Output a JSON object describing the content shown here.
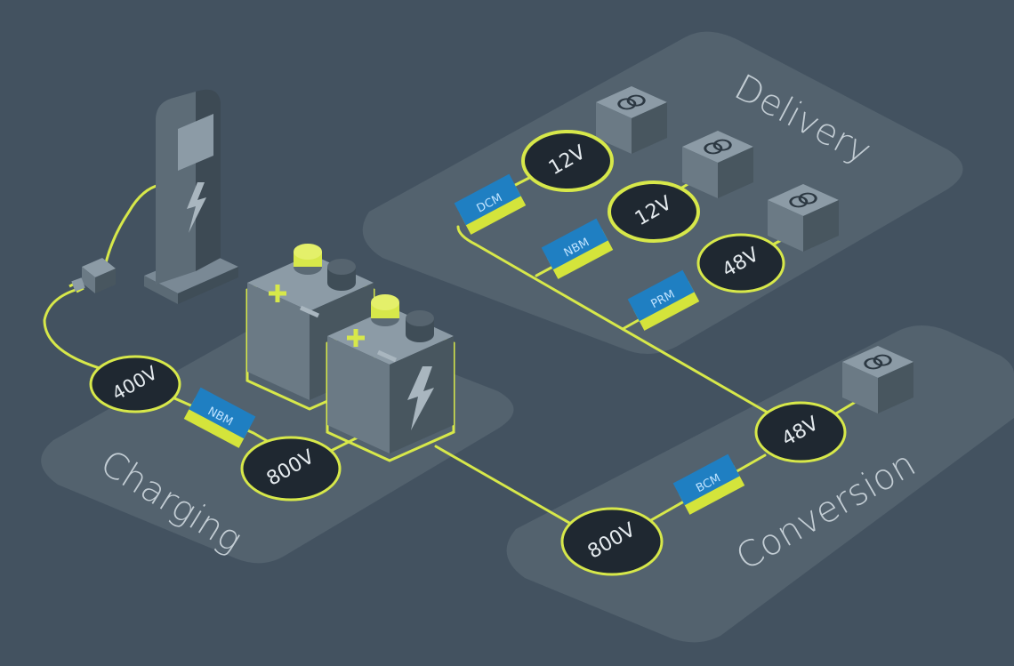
{
  "colors": {
    "background": "#435260",
    "platform": "#53626e",
    "wire": "#d7e84a",
    "node_fill": "#1f2831",
    "chip_blue": "#1f7fc2",
    "chip_yellow": "#d4e43b",
    "device_light": "#8c9ba6",
    "device_mid": "#697884",
    "device_dark": "#46545f"
  },
  "regions": {
    "delivery": {
      "label": "Delivery"
    },
    "charging": {
      "label": "Charging"
    },
    "conversion": {
      "label": "Conversion"
    }
  },
  "nodes": {
    "v400": {
      "label": "400V"
    },
    "v800_charging": {
      "label": "800V"
    },
    "v800_conversion": {
      "label": "800V"
    },
    "v48_conversion": {
      "label": "48V"
    },
    "v12_top": {
      "label": "12V"
    },
    "v12_mid": {
      "label": "12V"
    },
    "v48_delivery": {
      "label": "48V"
    }
  },
  "modules": {
    "nbm_charging": {
      "label": "NBM"
    },
    "bcm": {
      "label": "BCM"
    },
    "dcm": {
      "label": "DCM"
    },
    "nbm_delivery": {
      "label": "NBM"
    },
    "prm": {
      "label": "PRM"
    }
  },
  "icons": {
    "transformer": "transformer-symbol-icon",
    "lightning": "lightning-icon",
    "plug": "plug-icon",
    "plus": "plus-icon",
    "minus": "minus-icon"
  }
}
